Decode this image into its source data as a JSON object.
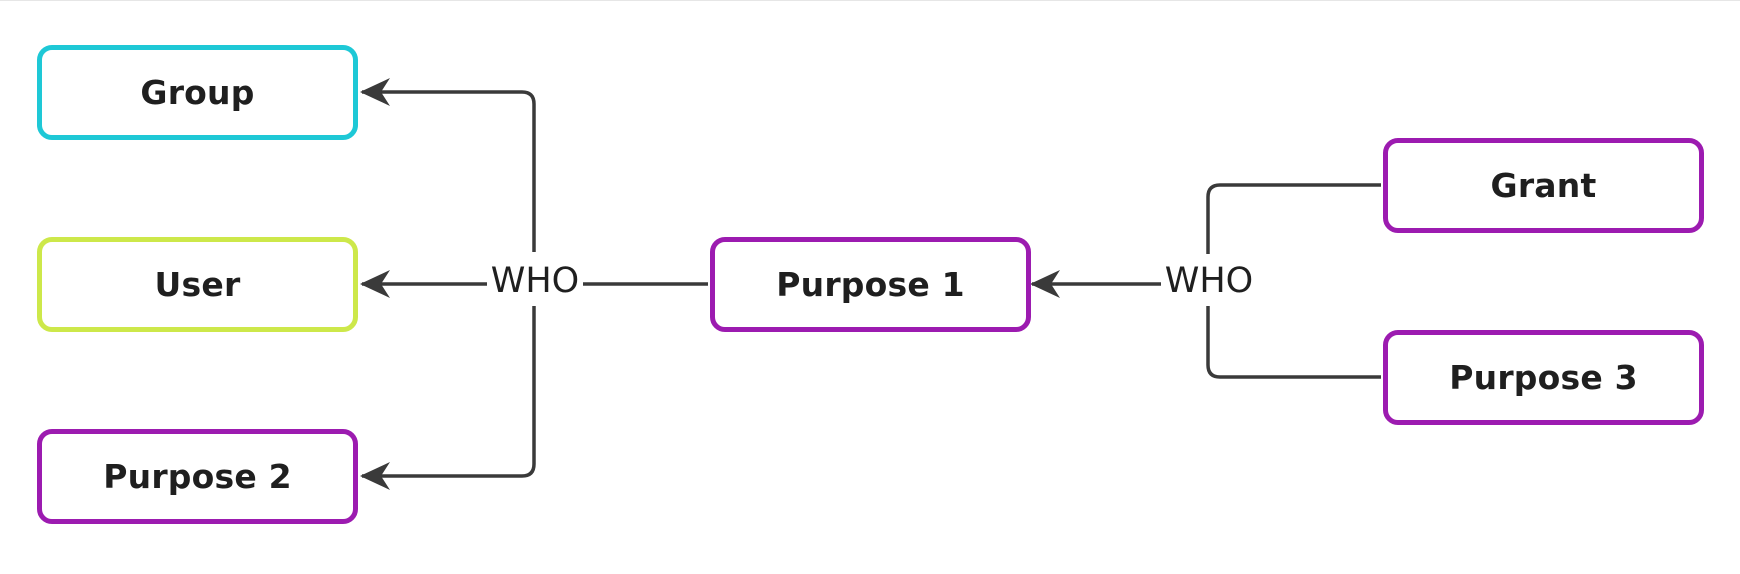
{
  "diagram": {
    "nodes": {
      "group": {
        "label": "Group",
        "color": "#1ec8d6"
      },
      "user": {
        "label": "User",
        "color": "#cde84a"
      },
      "purpose_2": {
        "label": "Purpose 2",
        "color": "#9c1bb0"
      },
      "purpose_1": {
        "label": "Purpose 1",
        "color": "#9c1bb0"
      },
      "grant": {
        "label": "Grant",
        "color": "#9c1bb0"
      },
      "purpose_3": {
        "label": "Purpose 3",
        "color": "#9c1bb0"
      }
    },
    "edge_labels": {
      "left_who": "WHO",
      "right_who": "WHO"
    },
    "connections": [
      {
        "from": "purpose_1",
        "to": "group",
        "via": "left_who"
      },
      {
        "from": "purpose_1",
        "to": "user",
        "via": "left_who"
      },
      {
        "from": "purpose_1",
        "to": "purpose_2",
        "via": "left_who"
      },
      {
        "from": "grant",
        "to": "purpose_1",
        "via": "right_who"
      },
      {
        "from": "purpose_3",
        "to": "purpose_1",
        "via": "right_who"
      }
    ],
    "line_color": "#3a3a3a"
  }
}
